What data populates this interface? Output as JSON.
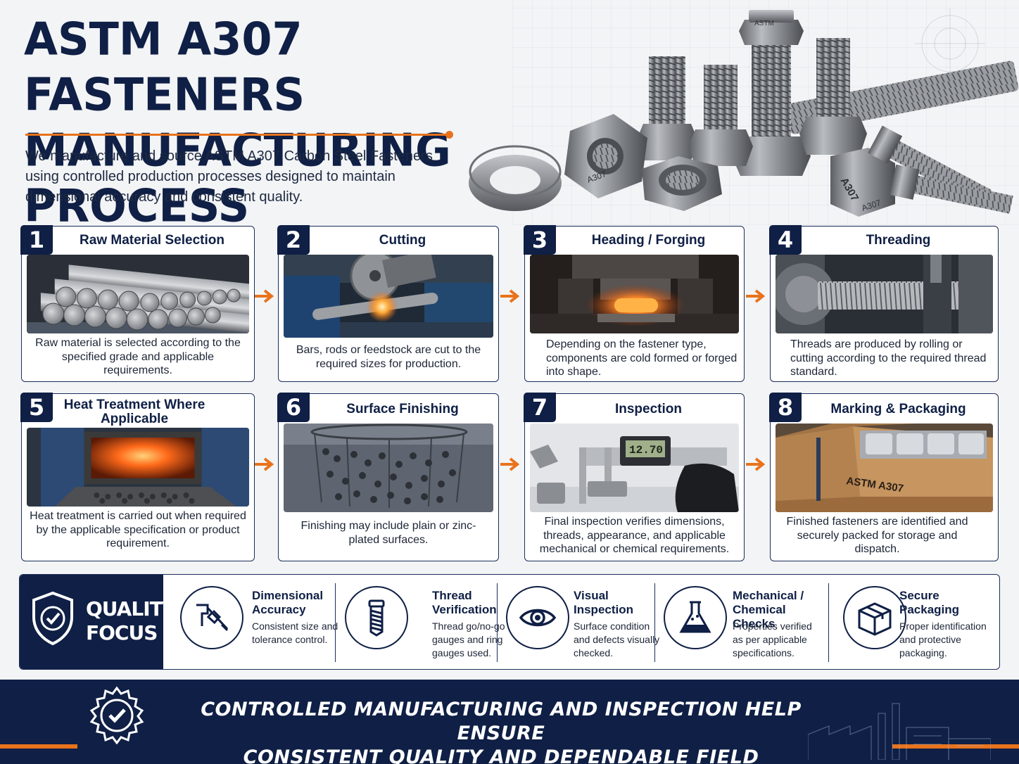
{
  "header": {
    "title_line1": "ASTM A307 FASTENERS",
    "title_line2": "MANUFACTURING PROCESS",
    "intro": "We manufacture and source ASTM A307 Carbon Steel Fasteners using controlled production processes designed to maintain dimensional accuracy and consistent quality.",
    "hero_markings": [
      "A307",
      "A307",
      "A307",
      "ASTM"
    ]
  },
  "steps": [
    {
      "number": "1",
      "title": "Raw Material Selection",
      "description": "Raw material is selected according to the specified grade and applicable requirements."
    },
    {
      "number": "2",
      "title": "Cutting",
      "description": "Bars, rods or feedstock are cut to the required sizes for production."
    },
    {
      "number": "3",
      "title": "Heading / Forging",
      "description": "Depending on the fastener type, components are cold formed or forged into shape."
    },
    {
      "number": "4",
      "title": "Threading",
      "description": "Threads are produced by rolling or cutting according to the required thread standard."
    },
    {
      "number": "5",
      "title": "Heat Treatment Where Applicable",
      "description": "Heat treatment is carried out when required by the applicable specification or product requirement."
    },
    {
      "number": "6",
      "title": "Surface Finishing",
      "description": "Finishing may include plain or zinc-plated surfaces."
    },
    {
      "number": "7",
      "title": "Inspection",
      "description": "Final inspection verifies dimensions, threads, appearance, and applicable mechanical or chemical requirements.",
      "caliper_reading": "12.70"
    },
    {
      "number": "8",
      "title": "Marking & Packaging",
      "description": "Finished fasteners are identified and securely packed for storage and dispatch.",
      "box_label": "ASTM A307"
    }
  ],
  "quality_focus": {
    "title_line1": "QUALITY",
    "title_line2": "FOCUS",
    "items": [
      {
        "title": "Dimensional Accuracy",
        "description": "Consistent size and tolerance control.",
        "icon": "caliper-icon"
      },
      {
        "title": "Thread Verification",
        "description": "Thread go/no-go gauges and ring gauges used.",
        "icon": "bolt-icon"
      },
      {
        "title": "Visual Inspection",
        "description": "Surface condition and defects visually checked.",
        "icon": "eye-icon"
      },
      {
        "title": "Mechanical / Chemical Checks",
        "description": "Properties verified as per applicable specifications.",
        "icon": "flask-icon"
      },
      {
        "title": "Secure Packaging",
        "description": "Proper identification and protective packaging.",
        "icon": "box-icon"
      }
    ]
  },
  "footer": {
    "line1": "CONTROLLED MANUFACTURING AND INSPECTION HELP ENSURE",
    "line2": "CONSISTENT QUALITY AND DEPENDABLE FIELD PERFORMANCE."
  },
  "colors": {
    "navy": "#0f1f45",
    "accent": "#e8731c",
    "steel": "#8a8d92",
    "background": "#f3f4f6"
  }
}
